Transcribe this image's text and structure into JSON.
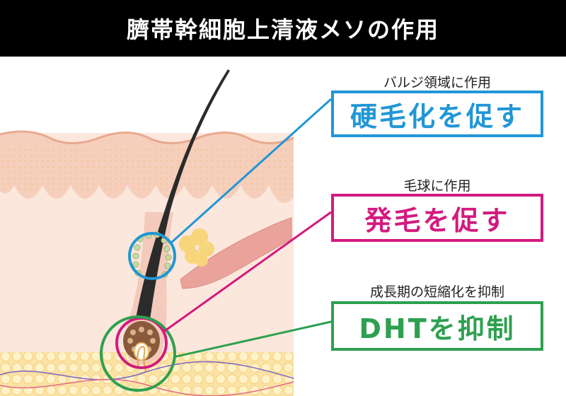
{
  "title": "臍帯幹細胞上清液メソの作用",
  "colors": {
    "blue": "#2196d6",
    "magenta": "#d31a7f",
    "green": "#2ea050"
  },
  "callouts": [
    {
      "caption": "バルジ領域に作用",
      "effect": "硬毛化を促す"
    },
    {
      "caption": "毛球に作用",
      "effect": "発毛を促す"
    },
    {
      "caption": "成長期の短縮化を抑制",
      "effect": "DHTを抑制"
    }
  ]
}
